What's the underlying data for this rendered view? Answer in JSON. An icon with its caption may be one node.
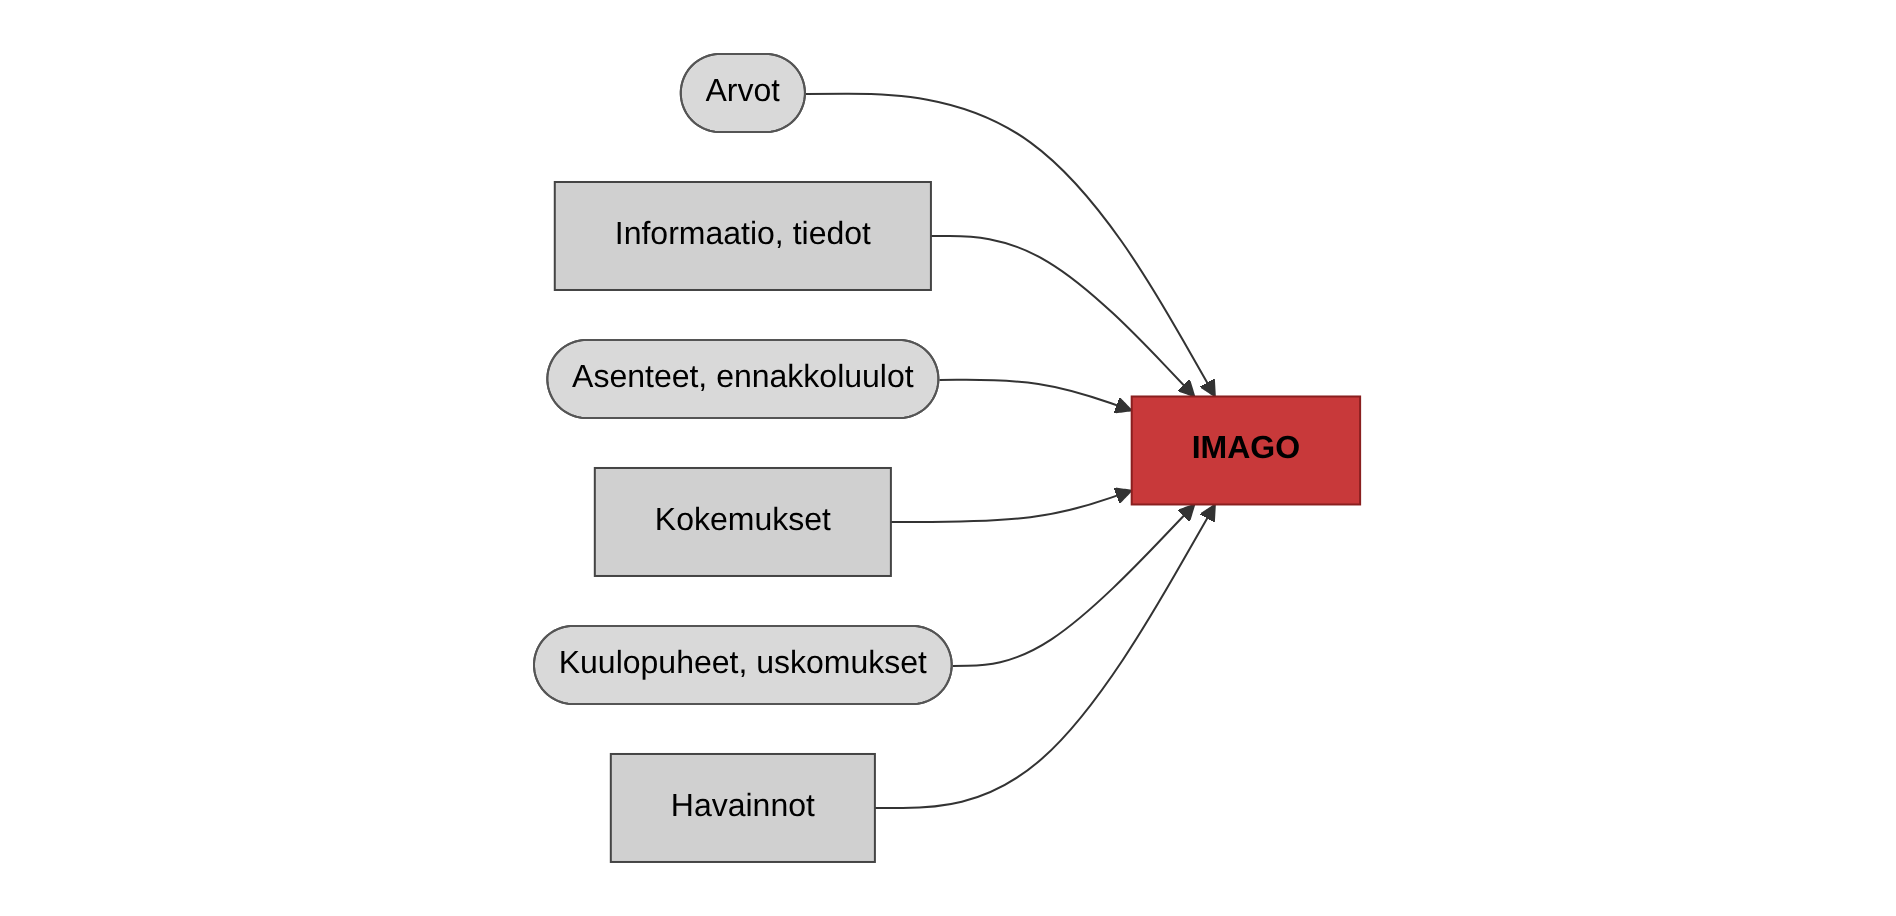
{
  "diagram": {
    "nodes": [
      {
        "text": [
          "Arvot"
        ]
      },
      {
        "text": [
          "Informaatio, tiedot"
        ]
      },
      {
        "text": [
          "Asenteet, ennakkoluulot"
        ]
      },
      {
        "text": [
          "IMAGO"
        ]
      },
      {
        "text": [
          "Kokemukset"
        ]
      },
      {
        "text": [
          "Kuulopuheet, uskomukset"
        ]
      },
      {
        "text": [
          "Havainnot"
        ]
      }
    ],
    "edges": [
      {
        "from": 0,
        "to": 3,
        "arrow": "to"
      },
      {
        "from": 1,
        "to": 3,
        "arrow": "to"
      },
      {
        "from": 2,
        "to": 3,
        "arrow": "to"
      },
      {
        "from": 4,
        "to": 3,
        "arrow": "to"
      },
      {
        "from": 5,
        "to": 3,
        "arrow": "to"
      },
      {
        "from": 6,
        "to": 3,
        "arrow": "to"
      }
    ]
  }
}
